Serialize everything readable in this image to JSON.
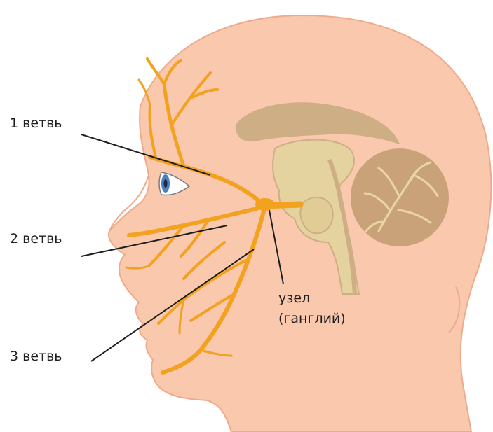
{
  "labels": {
    "branch1": "1 ветвь",
    "branch2": "2 ветвь",
    "branch3": "3 ветвь",
    "ganglion_line1": "узел",
    "ganglion_line2": "(ганглий)"
  },
  "colors": {
    "background": "#ffffff",
    "skin": "#f9c8ad",
    "skin_outline": "#efaa8c",
    "nerve": "#f2a21f",
    "brain": "#cdae85",
    "brain_light": "#e5d39f",
    "cerebellum": "#c9a27a",
    "eye_iris": "#4e7fbd",
    "leader_line": "#1e1e1e"
  },
  "icons": {
    "eye": "eye-icon"
  }
}
